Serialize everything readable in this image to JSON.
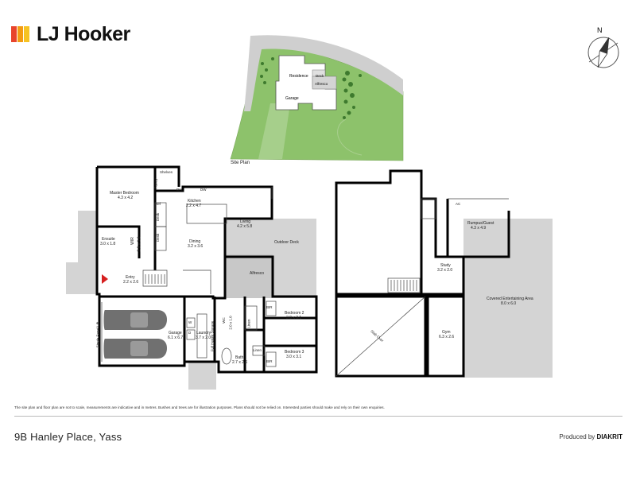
{
  "brand": {
    "name": "LJ Hooker",
    "colors": [
      "#e8452c",
      "#f39c12",
      "#f6c323"
    ]
  },
  "compass": {
    "label": "N"
  },
  "site_plan": {
    "title": "Site Plan",
    "labels": {
      "residence": "Residence",
      "deck": "Deck",
      "alfresco": "Alfresco",
      "garage": "Garage"
    },
    "colors": {
      "lawn": "#8dc26b",
      "road": "#cfcfcf"
    }
  },
  "ground_floor": {
    "rooms": [
      {
        "id": "master",
        "name": "Master Bedroom",
        "size": "4.3 x 4.2"
      },
      {
        "id": "ensuite",
        "name": "Ensuite",
        "size": "3.0 x 1.8"
      },
      {
        "id": "wir",
        "name": "WIR",
        "size": "2.9 x 1.6"
      },
      {
        "id": "entry",
        "name": "Entry",
        "size": "2.2 x 2.6"
      },
      {
        "id": "kitchen",
        "name": "Kitchen",
        "size": "2.2 x 4.7"
      },
      {
        "id": "living",
        "name": "Living",
        "size": "4.2 x 5.8"
      },
      {
        "id": "dining",
        "name": "Dining",
        "size": "3.2 x 3.6"
      },
      {
        "id": "outdoor",
        "name": "Outdoor Deck",
        "size": ""
      },
      {
        "id": "alfresco",
        "name": "Alfresco",
        "size": ""
      },
      {
        "id": "garage",
        "name": "Garage",
        "size": "6.1 x 6.7"
      },
      {
        "id": "laundry",
        "name": "Laundry",
        "size": "3.7 x 2.0"
      },
      {
        "id": "wc",
        "name": "WC",
        "size": "2.0 x 1.0"
      },
      {
        "id": "bed2",
        "name": "Bedroom 2",
        "size": "3.0 x 3.1"
      },
      {
        "id": "bed3",
        "name": "Bedroom 3",
        "size": "3.0 x 3.1"
      },
      {
        "id": "bath",
        "name": "Bath",
        "size": "2.7 x 2.6"
      }
    ],
    "fixtures": {
      "shelves": "Shelves",
      "pantry": "Pantry",
      "dm": "Dm",
      "dw": "DW",
      "ref": "Ref",
      "desk1": "Desk",
      "desk2": "Desk",
      "linen1": "Linen",
      "linen2": "Linen",
      "bir1": "BIR",
      "bir2": "BIR",
      "w": "W",
      "d": "D",
      "full_height": "Full Height Storage",
      "lift": "Single Panel Lift"
    }
  },
  "lower_floor": {
    "rooms": [
      {
        "id": "rumpus",
        "name": "Rumpus/Guest",
        "size": "4.3 x 4.9"
      },
      {
        "id": "study",
        "name": "Study",
        "size": "3.2 x 2.0"
      },
      {
        "id": "covered",
        "name": "Covered Entertaining Area",
        "size": "8.0 x 6.0"
      },
      {
        "id": "gym",
        "name": "Gym",
        "size": "6.3 x 2.6"
      }
    ],
    "fixtures": {
      "ac": "AC",
      "stab": "Slab Over"
    }
  },
  "disclaimer": "The site plan and floor plan are not to scale, measurements are indicative and in metres. Bushes and trees are for illustration purposes. Plans should not be relied on. Interested parties should make and rely on their own enquiries.",
  "address": "9B Hanley Place, Yass",
  "produced_by": {
    "prefix": "Produced by",
    "company": "DIAKRIT"
  }
}
